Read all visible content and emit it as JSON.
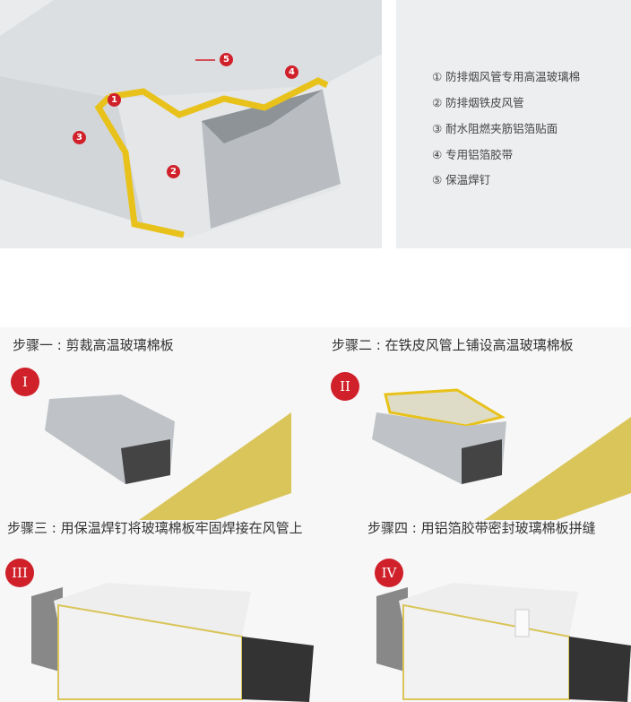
{
  "legend": {
    "items": [
      "① 防排烟风管专用高温玻璃棉",
      "② 防排烟铁皮风管",
      "③ 耐水阻燃夹筋铝箔贴面",
      "④ 专用铝箔胶带",
      "⑤ 保温焊钉"
    ]
  },
  "hero": {
    "markers": [
      "1",
      "2",
      "3",
      "4",
      "5"
    ]
  },
  "steps": [
    {
      "badge": "I",
      "title": "步骤一 : 剪裁高温玻璃棉板"
    },
    {
      "badge": "II",
      "title": "步骤二 : 在铁皮风管上铺设高温玻璃棉板"
    },
    {
      "badge": "III",
      "title": "步骤三 : 用保温焊钉将玻璃棉板牢固焊接在风管上"
    },
    {
      "badge": "IV",
      "title": "步骤四 : 用铝箔胶带密封玻璃棉板拼缝"
    }
  ],
  "colors": {
    "accent_red": "#d0202a",
    "insulation_yellow": "#e8c21a"
  }
}
